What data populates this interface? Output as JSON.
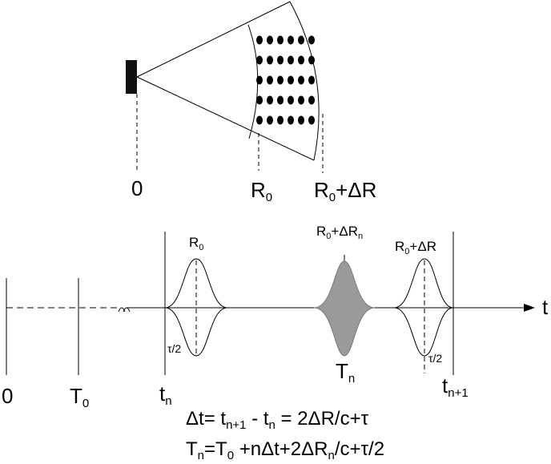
{
  "top_diagram": {
    "label_origin": "0",
    "label_r0": {
      "main": "R",
      "sub": "0"
    },
    "label_r0_dr": {
      "main": "R",
      "sub": "0",
      "tail": "+ΔR"
    }
  },
  "timeline": {
    "axis_label": "t",
    "ticks": {
      "zero": "0",
      "t0": {
        "main": "T",
        "sub": "0"
      },
      "tn": {
        "main": "t",
        "sub": "n"
      },
      "tn1": {
        "main": "t",
        "sub": "n+1"
      },
      "Tn": {
        "main": "T",
        "sub": "n"
      }
    },
    "pulse_labels": {
      "first_top": {
        "main": "R",
        "sub": "0"
      },
      "first_half": "τ/2",
      "middle_top": {
        "main": "R",
        "sub": "0",
        "tail": "+ΔR",
        "tail_sub": "n"
      },
      "last_top": {
        "main": "R",
        "sub": "0",
        "tail": "+ΔR"
      },
      "last_half": "τ/2"
    }
  },
  "equations": {
    "eq1": {
      "p1": "Δt= t",
      "s1": "n+1",
      "p2": " - t",
      "s2": "n",
      "p3": " = 2ΔR/c+τ"
    },
    "eq2": {
      "p1": "T",
      "s1": "n",
      "p2": "=T",
      "s2": "0",
      "p3": " +nΔt+2ΔR",
      "s3": "n",
      "p4": "/c+τ/2"
    }
  }
}
